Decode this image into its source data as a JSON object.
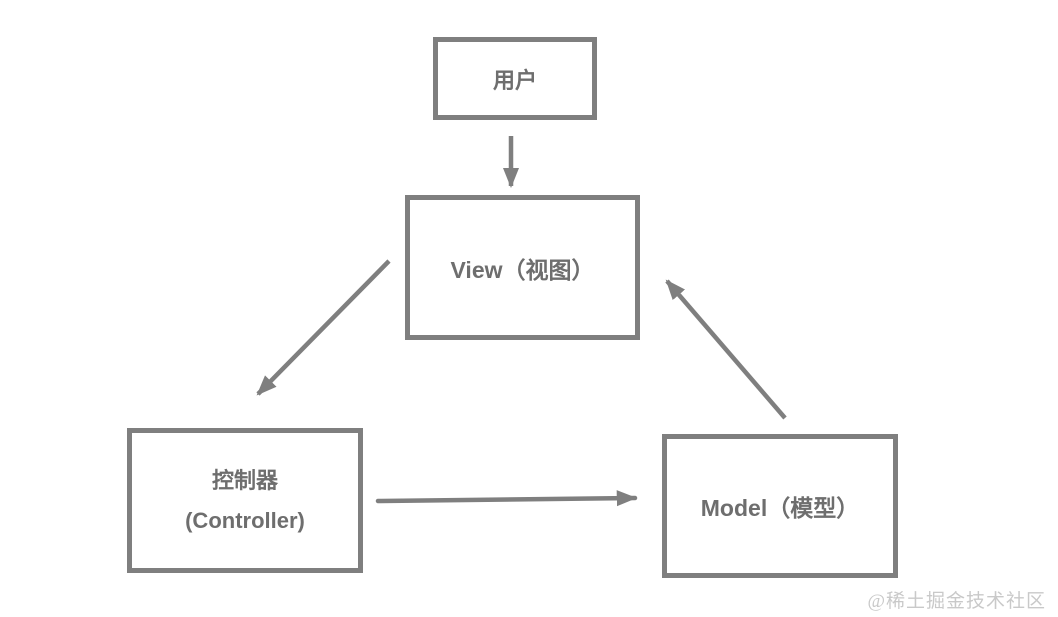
{
  "diagram": {
    "nodes": {
      "user": {
        "label": "用户"
      },
      "view": {
        "label": "View（视图）"
      },
      "controller": {
        "label_line1": "控制器",
        "label_line2": "(Controller)"
      },
      "model": {
        "label": "Model（模型）"
      }
    },
    "edges": [
      {
        "from": "user",
        "to": "view"
      },
      {
        "from": "view",
        "to": "controller"
      },
      {
        "from": "controller",
        "to": "model"
      },
      {
        "from": "model",
        "to": "view"
      }
    ],
    "colors": {
      "line": "#7f7f7f",
      "text": "#6e6e6e",
      "watermark": "#c9c9c9"
    }
  },
  "watermark": {
    "text": "@稀土掘金技术社区"
  }
}
